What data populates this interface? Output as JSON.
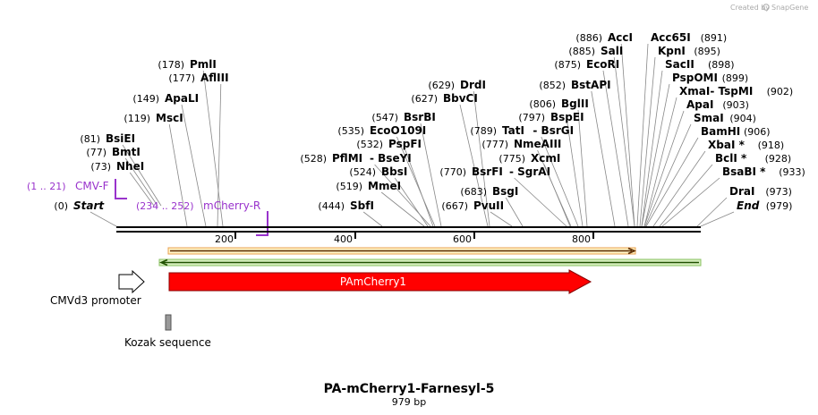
{
  "watermark": {
    "created_by": "Created by",
    "brand": "SnapGene"
  },
  "map": {
    "name": "PA-mCherry1-Farnesyl-5",
    "length_label": "979 bp",
    "length_bp": 979
  },
  "sites": [
    {
      "pos": "(0)",
      "name": "Start",
      "italic": true,
      "bp": 0
    },
    {
      "pos": "(73)",
      "name": "NheI",
      "bp": 73
    },
    {
      "pos": "(77)",
      "name": "BmtI",
      "bp": 77
    },
    {
      "pos": "(81)",
      "name": "BsiEI",
      "bp": 81
    },
    {
      "pos": "(119)",
      "name": "MscI",
      "bp": 119
    },
    {
      "pos": "(149)",
      "name": "ApaLI",
      "bp": 149
    },
    {
      "pos": "(177)",
      "name": "AflIII",
      "bp": 177
    },
    {
      "pos": "(178)",
      "name": "PmlI",
      "bp": 178
    },
    {
      "pos": "(444)",
      "name": "SbfI",
      "bp": 444
    },
    {
      "pos": "(519)",
      "name": "MmeI",
      "bp": 519
    },
    {
      "pos": "(524)",
      "name": "BbsI",
      "bp": 524
    },
    {
      "pos": "(528)",
      "name": "PflMI",
      "name2": "BseYI",
      "bp": 528
    },
    {
      "pos": "(532)",
      "name": "PspFI",
      "bp": 532
    },
    {
      "pos": "(535)",
      "name": "EcoO109I",
      "bp": 535
    },
    {
      "pos": "(547)",
      "name": "BsrBI",
      "bp": 547
    },
    {
      "pos": "(627)",
      "name": "BbvCI",
      "bp": 627
    },
    {
      "pos": "(629)",
      "name": "DrdI",
      "bp": 629
    },
    {
      "pos": "(667)",
      "name": "PvuII",
      "bp": 667
    },
    {
      "pos": "(683)",
      "name": "BsgI",
      "bp": 683
    },
    {
      "pos": "(770)",
      "name": "BsrFI",
      "name2": "SgrAI",
      "bp": 770
    },
    {
      "pos": "(775)",
      "name": "XcmI",
      "bp": 775
    },
    {
      "pos": "(777)",
      "name": "NmeAIII",
      "bp": 777
    },
    {
      "pos": "(789)",
      "name": "TatI",
      "name2": "BsrGI",
      "bp": 789
    },
    {
      "pos": "(797)",
      "name": "BspEI",
      "bp": 797
    },
    {
      "pos": "(806)",
      "name": "BglII",
      "bp": 806
    },
    {
      "pos": "(852)",
      "name": "BstAPI",
      "bp": 852
    },
    {
      "pos": "(875)",
      "name": "EcoRI",
      "bp": 875
    },
    {
      "pos": "(885)",
      "name": "SalI",
      "bp": 885
    },
    {
      "pos": "(886)",
      "name": "AccI",
      "bp": 886
    },
    {
      "pos": "(891)",
      "name": "Acc65I",
      "bp": 891
    },
    {
      "pos": "(895)",
      "name": "KpnI",
      "bp": 895
    },
    {
      "pos": "(898)",
      "name": "SacII",
      "bp": 898
    },
    {
      "pos": "(899)",
      "name": "PspOMI",
      "bp": 899
    },
    {
      "pos": "(902)",
      "name": "XmaI",
      "name2": "TspMI",
      "bp": 902
    },
    {
      "pos": "(903)",
      "name": "ApaI",
      "bp": 903
    },
    {
      "pos": "(904)",
      "name": "SmaI",
      "bp": 904
    },
    {
      "pos": "(906)",
      "name": "BamHI",
      "bp": 906
    },
    {
      "pos": "(918)",
      "name": "XbaI *",
      "bp": 918
    },
    {
      "pos": "(928)",
      "name": "BclI *",
      "bp": 928
    },
    {
      "pos": "(933)",
      "name": "BsaBI *",
      "bp": 933
    },
    {
      "pos": "(973)",
      "name": "DraI",
      "bp": 973
    },
    {
      "pos": "(979)",
      "name": "End",
      "italic": true,
      "bp": 979
    }
  ],
  "primers": [
    {
      "range": "(1 .. 21)",
      "name": "CMV-F",
      "color": "#9933cc"
    },
    {
      "range": "(234 .. 252)",
      "name": "mCherry-R",
      "color": "#9933cc"
    }
  ],
  "ruler": {
    "ticks": [
      "200",
      "400",
      "600",
      "800"
    ]
  },
  "features": [
    {
      "name": "PAmCherry1",
      "color": "#ff0000"
    },
    {
      "name": "CMVd3 promoter",
      "color": "#ffffff"
    },
    {
      "name": "Kozak sequence",
      "color": "#999999"
    }
  ]
}
